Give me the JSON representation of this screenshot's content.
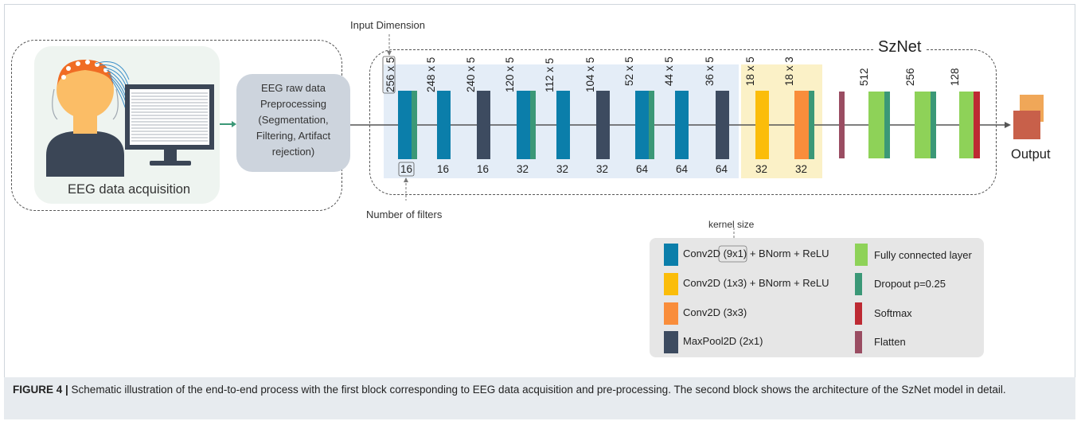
{
  "acquisition": {
    "label": "EEG data acquisition"
  },
  "preprocessing": {
    "line1": "EEG raw data",
    "line2": "Preprocessing",
    "line3": "(Segmentation,",
    "line4": "Filtering, Artifact",
    "line5": "rejection)"
  },
  "annotations": {
    "input_dimension": "Input Dimension",
    "number_of_filters": "Number of filters",
    "kernel_size": "kernel size"
  },
  "model": {
    "title": "SzNet",
    "output": "Output"
  },
  "layers": [
    {
      "dim": "256 x 5",
      "filters": "16"
    },
    {
      "dim": "248 x 5",
      "filters": "16"
    },
    {
      "dim": "240 x 5",
      "filters": "16"
    },
    {
      "dim": "120 x 5",
      "filters": "32"
    },
    {
      "dim": "112 x 5",
      "filters": "32"
    },
    {
      "dim": "104 x 5",
      "filters": "32"
    },
    {
      "dim": "52 x 5",
      "filters": "64"
    },
    {
      "dim": "44 x 5",
      "filters": "64"
    },
    {
      "dim": "36 x 5",
      "filters": "64"
    },
    {
      "dim": "18 x 5",
      "filters": "32"
    },
    {
      "dim": "18 x 3",
      "filters": "32"
    }
  ],
  "fc_layers": [
    "512",
    "256",
    "128"
  ],
  "legend": {
    "conv9_a": "Conv2D",
    "conv9_k": "(9x1)",
    "conv9_b": "+ BNorm + ReLU",
    "conv13": "Conv2D (1x3) + BNorm + ReLU",
    "conv33": "Conv2D (3x3)",
    "maxpool": "MaxPool2D (2x1)",
    "fc": "Fully connected layer",
    "dropout": "Dropout p=0.25",
    "softmax": "Softmax",
    "flatten": "Flatten"
  },
  "colors": {
    "conv": "#0b7eaa",
    "conv13": "#fbbd0a",
    "conv33": "#f98d3b",
    "maxpool": "#3d4b60",
    "fc": "#8ed258",
    "dropout": "#3b9877",
    "softmax": "#bd2a33",
    "flatten": "#9a4d62"
  },
  "caption": {
    "label": "FIGURE 4 |",
    "text": " Schematic illustration of the end-to-end process with the first block corresponding to EEG data acquisition and pre-processing. The second block shows the architecture of the SzNet model in detail."
  }
}
